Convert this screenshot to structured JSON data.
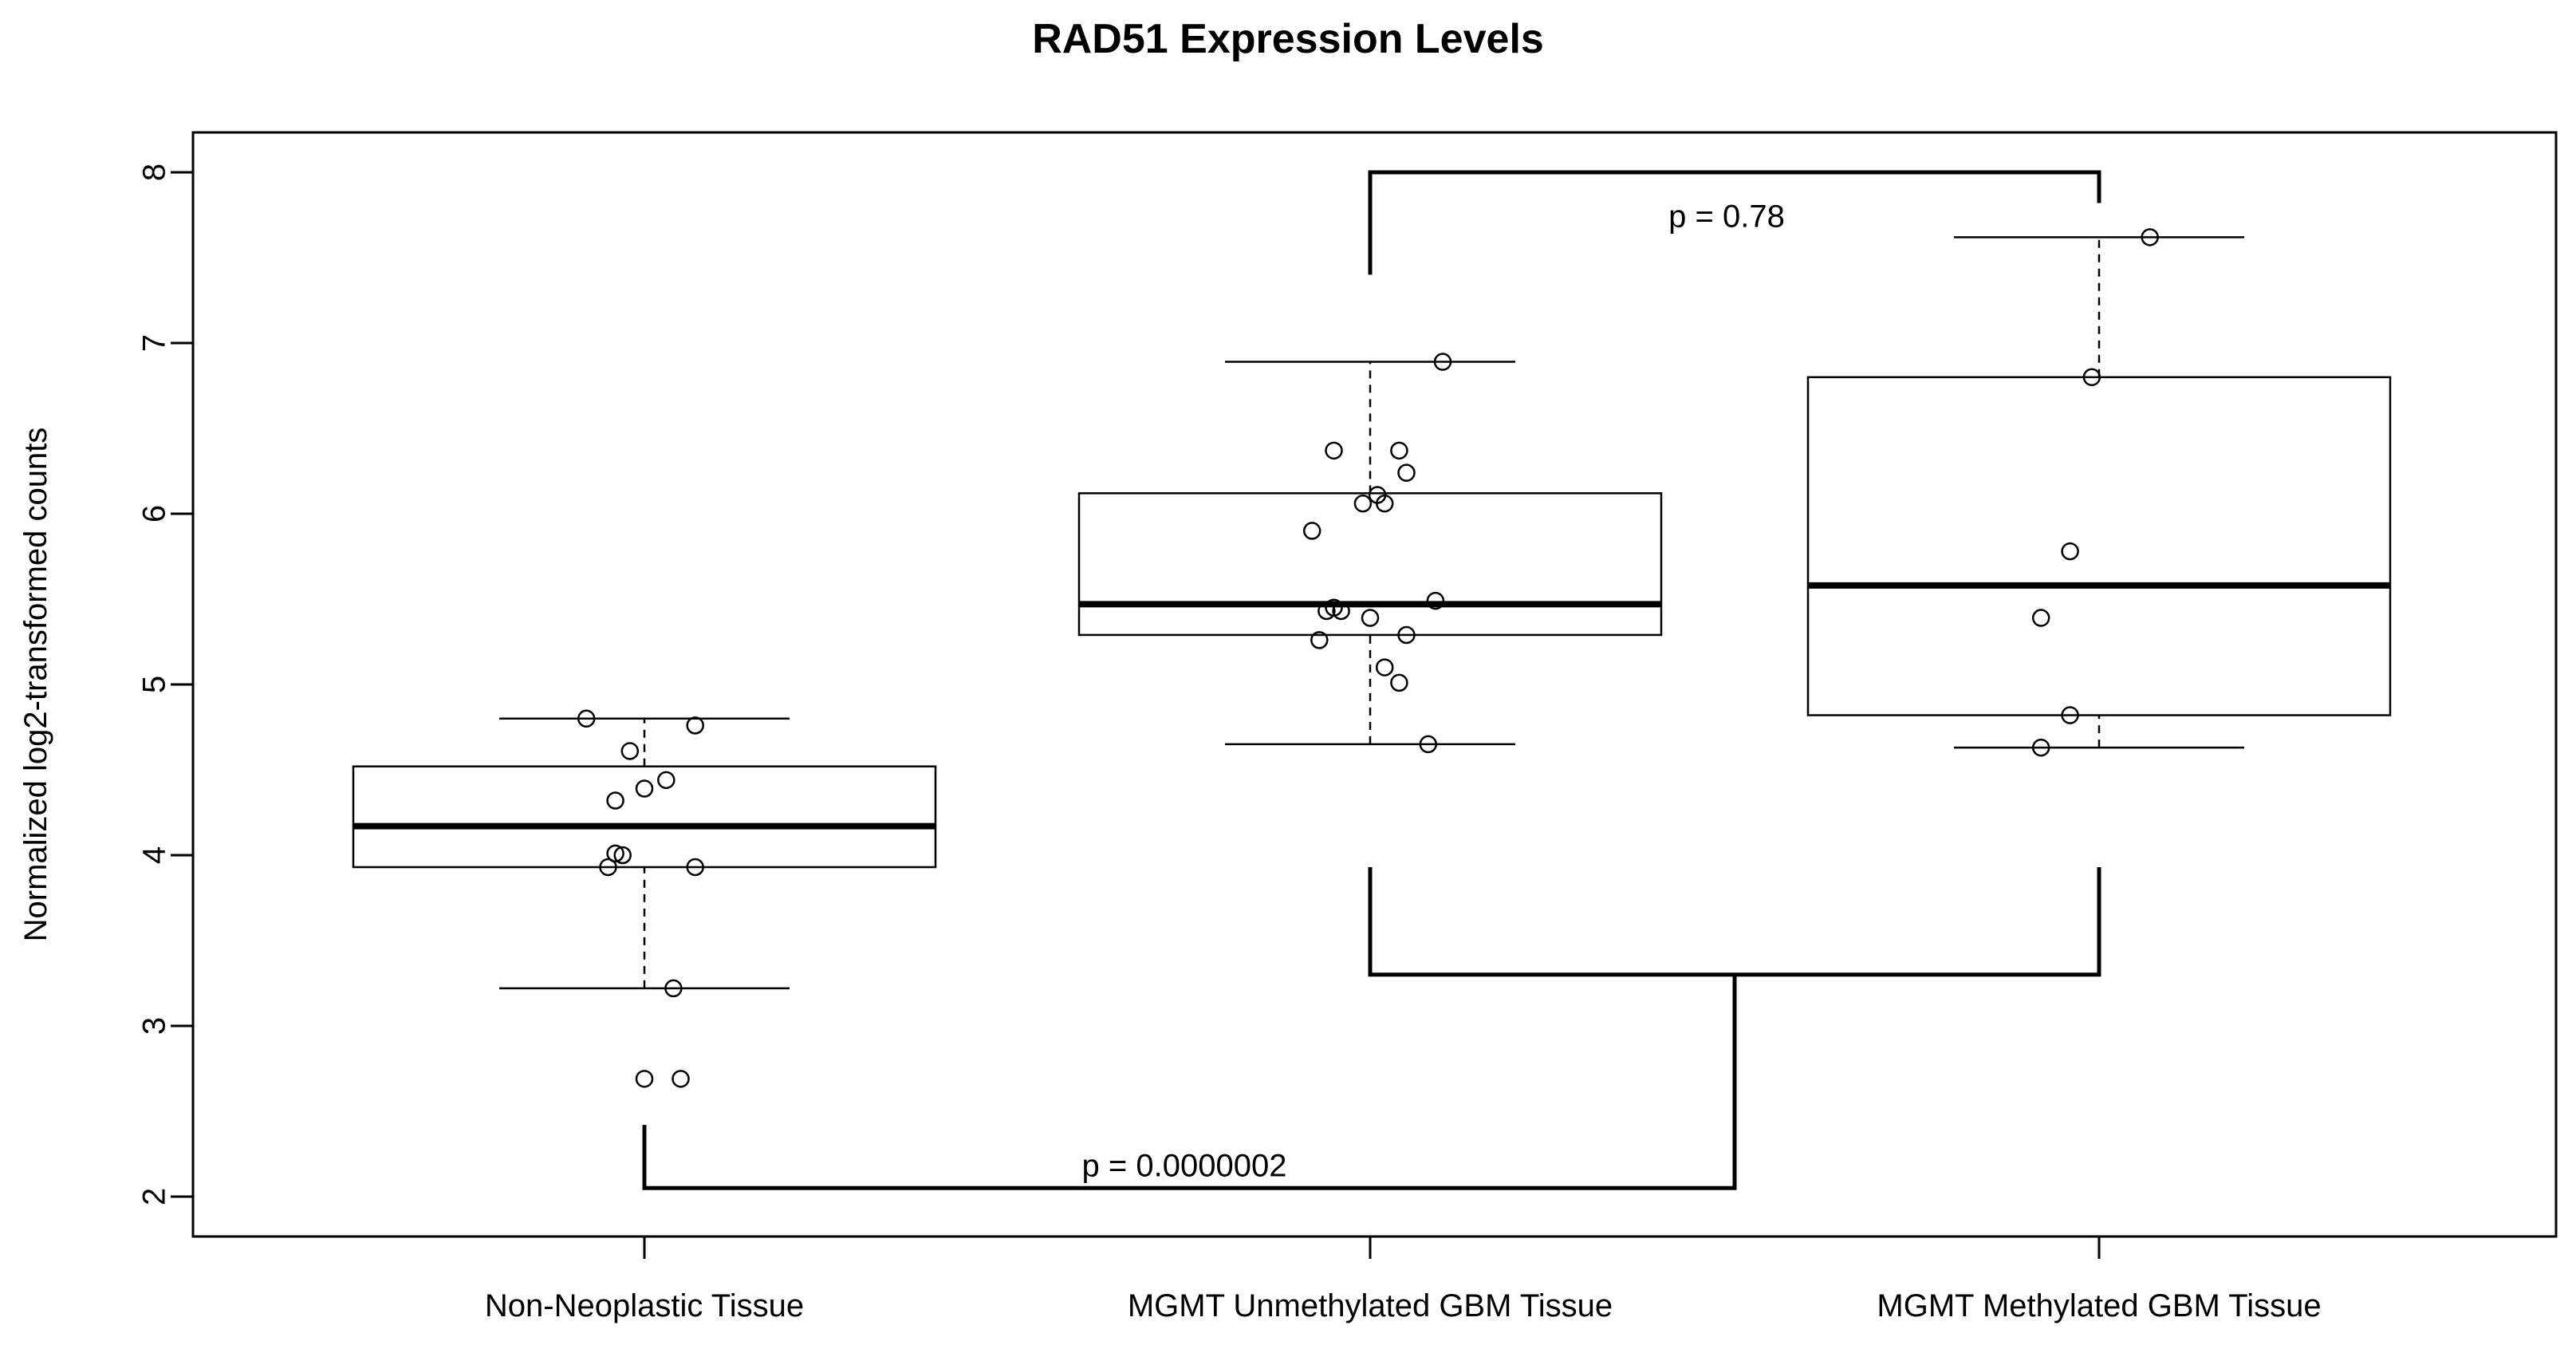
{
  "chart_data": {
    "type": "box",
    "title": "RAD51 Expression Levels",
    "xlabel": "",
    "ylabel": "Normalized log2-transformed counts",
    "ylim": [
      1.8,
      8.25
    ],
    "yticks": [
      2,
      3,
      4,
      5,
      6,
      7,
      8
    ],
    "categories": [
      "Non-Neoplastic Tissue",
      "MGMT Unmethylated GBM Tissue",
      "MGMT Methylated GBM Tissue"
    ],
    "boxes": [
      {
        "whisker_low": 3.22,
        "q1": 3.93,
        "median": 4.17,
        "q3": 4.52,
        "whisker_high": 4.8
      },
      {
        "whisker_low": 4.65,
        "q1": 5.29,
        "median": 5.47,
        "q3": 6.12,
        "whisker_high": 6.89
      },
      {
        "whisker_low": 4.63,
        "q1": 4.82,
        "median": 5.58,
        "q3": 6.8,
        "whisker_high": 7.62
      }
    ],
    "points": [
      {
        "group": 0,
        "x": -0.08,
        "y": 4.8
      },
      {
        "group": 0,
        "x": 0.07,
        "y": 4.76
      },
      {
        "group": 0,
        "x": -0.02,
        "y": 4.61
      },
      {
        "group": 0,
        "x": 0.03,
        "y": 4.44
      },
      {
        "group": 0,
        "x": 0.0,
        "y": 4.39
      },
      {
        "group": 0,
        "x": -0.04,
        "y": 4.32
      },
      {
        "group": 0,
        "x": -0.04,
        "y": 4.01
      },
      {
        "group": 0,
        "x": -0.03,
        "y": 4.0
      },
      {
        "group": 0,
        "x": -0.05,
        "y": 3.93
      },
      {
        "group": 0,
        "x": 0.07,
        "y": 3.93
      },
      {
        "group": 0,
        "x": 0.04,
        "y": 3.22
      },
      {
        "group": 0,
        "x": 0.0,
        "y": 2.69
      },
      {
        "group": 0,
        "x": 0.05,
        "y": 2.69
      },
      {
        "group": 1,
        "x": 0.1,
        "y": 6.89
      },
      {
        "group": 1,
        "x": -0.05,
        "y": 6.37
      },
      {
        "group": 1,
        "x": 0.04,
        "y": 6.37
      },
      {
        "group": 1,
        "x": 0.05,
        "y": 6.24
      },
      {
        "group": 1,
        "x": 0.01,
        "y": 6.11
      },
      {
        "group": 1,
        "x": -0.01,
        "y": 6.06
      },
      {
        "group": 1,
        "x": 0.02,
        "y": 6.06
      },
      {
        "group": 1,
        "x": -0.08,
        "y": 5.9
      },
      {
        "group": 1,
        "x": 0.09,
        "y": 5.49
      },
      {
        "group": 1,
        "x": -0.05,
        "y": 5.45
      },
      {
        "group": 1,
        "x": -0.06,
        "y": 5.43
      },
      {
        "group": 1,
        "x": -0.04,
        "y": 5.43
      },
      {
        "group": 1,
        "x": 0.0,
        "y": 5.39
      },
      {
        "group": 1,
        "x": 0.05,
        "y": 5.29
      },
      {
        "group": 1,
        "x": -0.07,
        "y": 5.26
      },
      {
        "group": 1,
        "x": 0.02,
        "y": 5.1
      },
      {
        "group": 1,
        "x": 0.04,
        "y": 5.01
      },
      {
        "group": 1,
        "x": 0.08,
        "y": 4.65
      },
      {
        "group": 2,
        "x": 0.07,
        "y": 7.62
      },
      {
        "group": 2,
        "x": -0.01,
        "y": 6.8
      },
      {
        "group": 2,
        "x": -0.04,
        "y": 5.78
      },
      {
        "group": 2,
        "x": -0.08,
        "y": 5.39
      },
      {
        "group": 2,
        "x": -0.04,
        "y": 4.82
      },
      {
        "group": 2,
        "x": -0.08,
        "y": 4.63
      }
    ],
    "comparisons": [
      {
        "label": "p = 0.78"
      },
      {
        "label": "p = 0.0000002"
      }
    ],
    "grid": false,
    "legend": "none"
  }
}
